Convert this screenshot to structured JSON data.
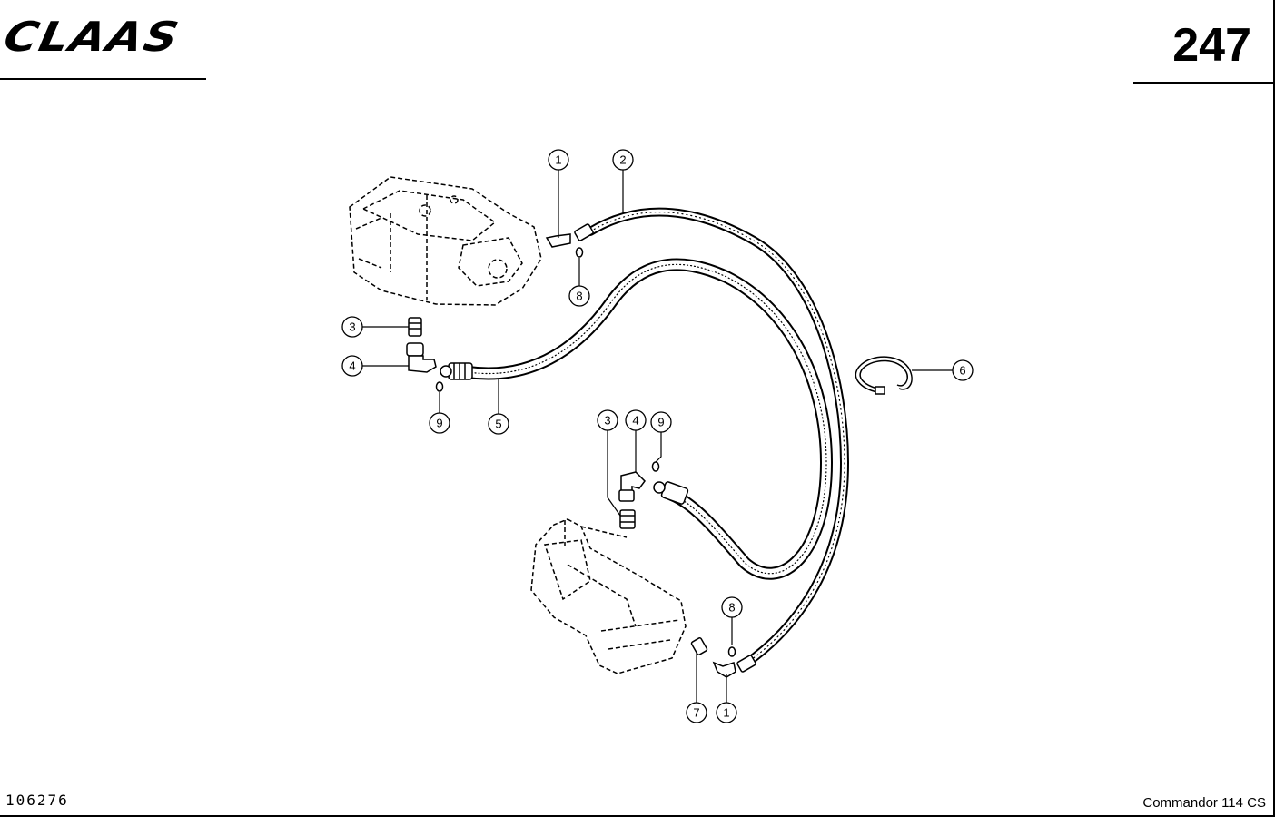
{
  "header": {
    "brand": "CLAAS",
    "page_number": "247"
  },
  "footer": {
    "drawing_number": "106276",
    "model": "Commandor 114 CS"
  },
  "callouts": {
    "c1_top": "1",
    "c2": "2",
    "c8_top": "8",
    "c3_left": "3",
    "c4_left": "4",
    "c9_left": "9",
    "c5": "5",
    "c6": "6",
    "c3_mid": "3",
    "c4_mid": "4",
    "c9_mid": "9",
    "c8_bottom": "8",
    "c7": "7",
    "c1_bottom": "1"
  },
  "colors": {
    "ink": "#000000",
    "paper": "#ffffff"
  }
}
